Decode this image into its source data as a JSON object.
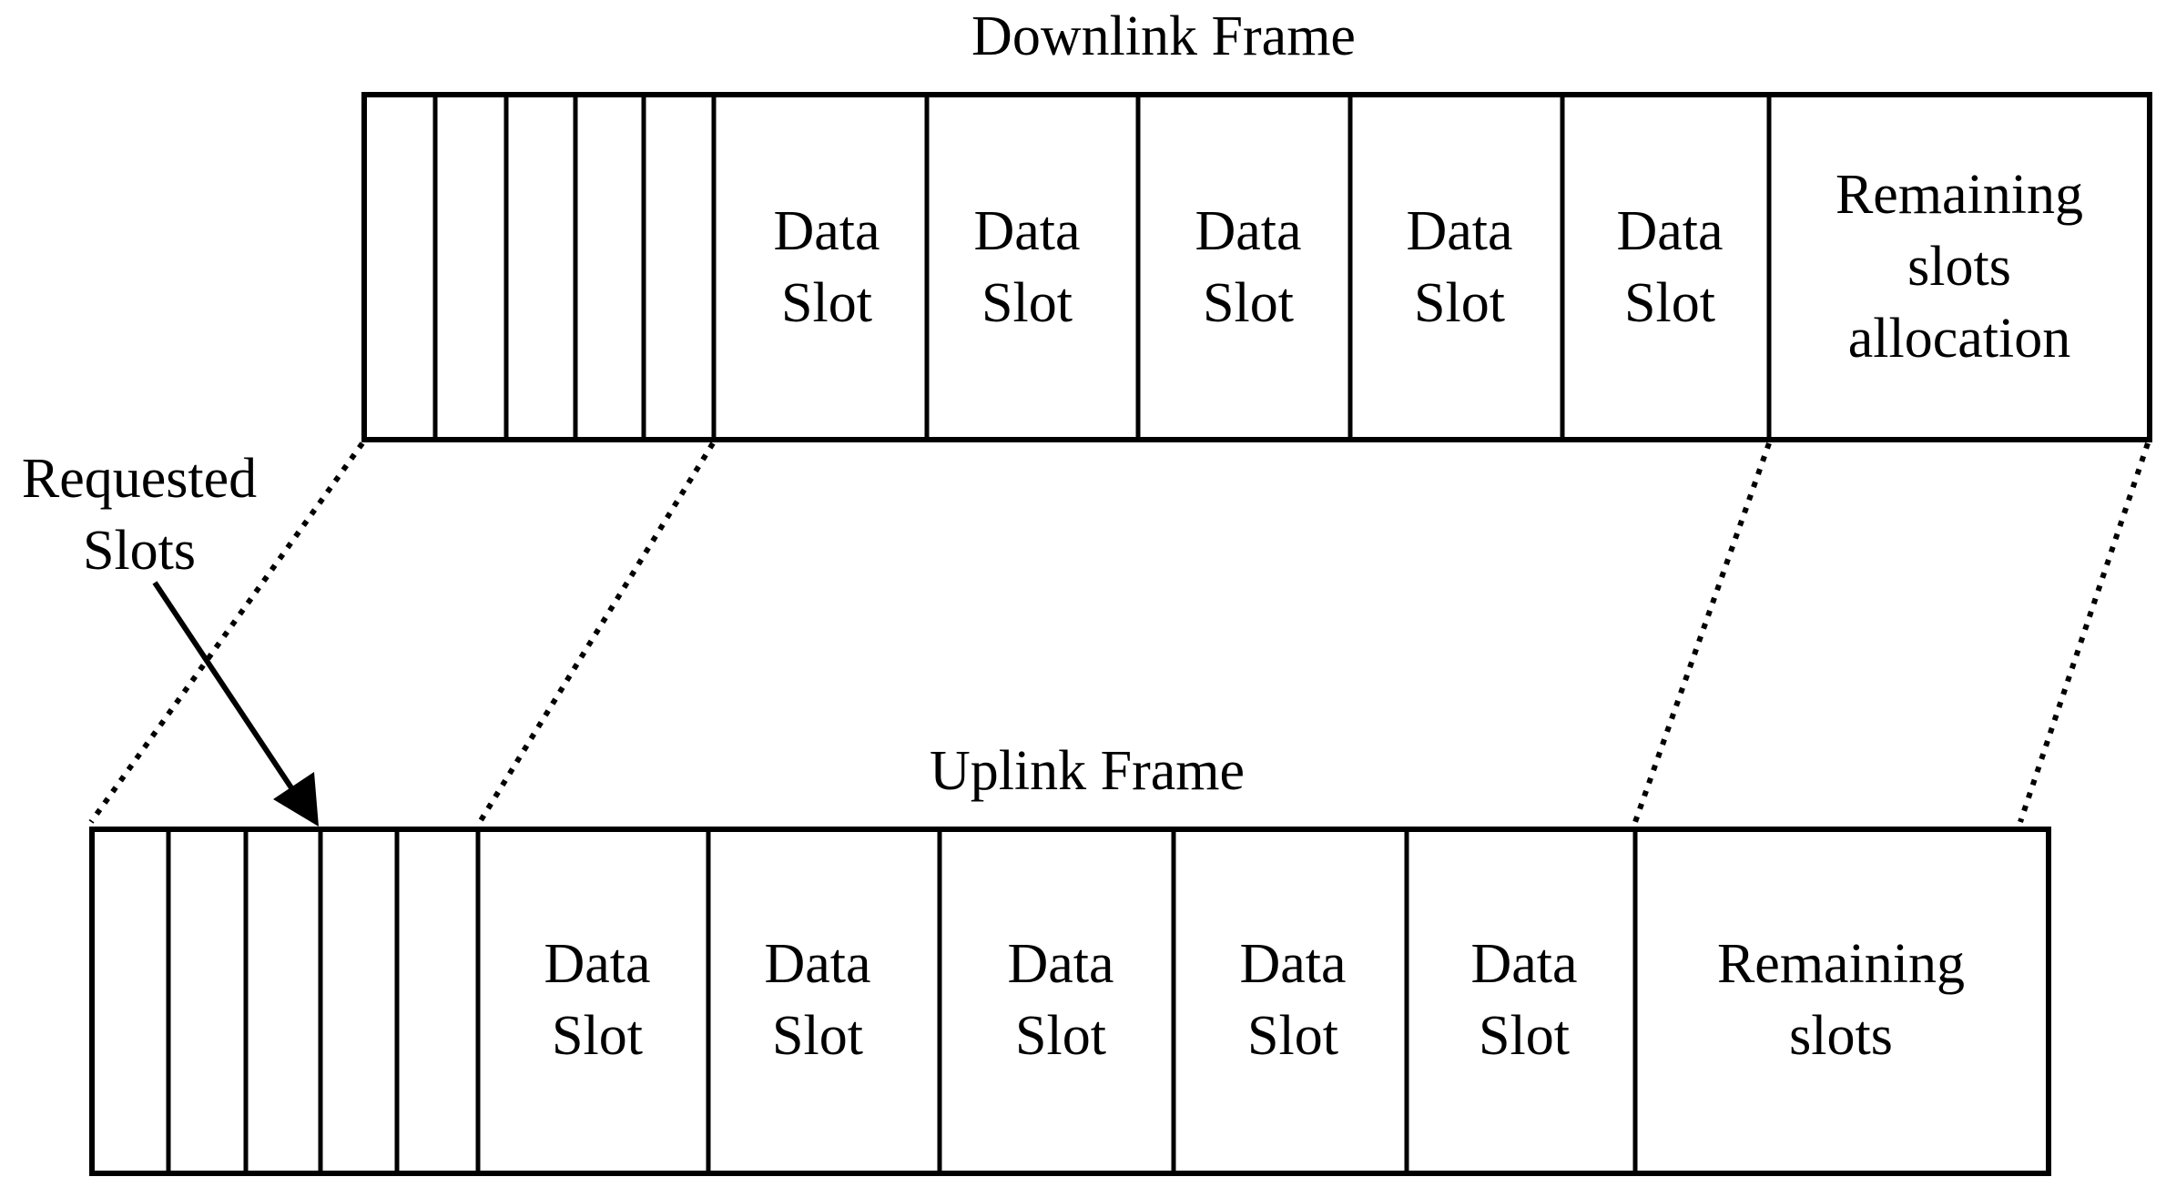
{
  "downlink": {
    "title": "Downlink Frame",
    "data_slot_label": [
      "Data",
      "Slot"
    ],
    "last_cell": [
      "Remaining",
      "slots",
      "allocation"
    ],
    "narrow_slot_count": 5,
    "data_slot_count": 5
  },
  "uplink": {
    "title": "Uplink Frame",
    "data_slot_label": [
      "Data",
      "Slot"
    ],
    "last_cell": [
      "Remaining",
      "slots"
    ],
    "narrow_slot_count": 5,
    "data_slot_count": 5
  },
  "annotation": {
    "lines": [
      "Requested",
      "Slots"
    ]
  },
  "colors": {
    "stroke": "#000000",
    "background": "#ffffff"
  }
}
